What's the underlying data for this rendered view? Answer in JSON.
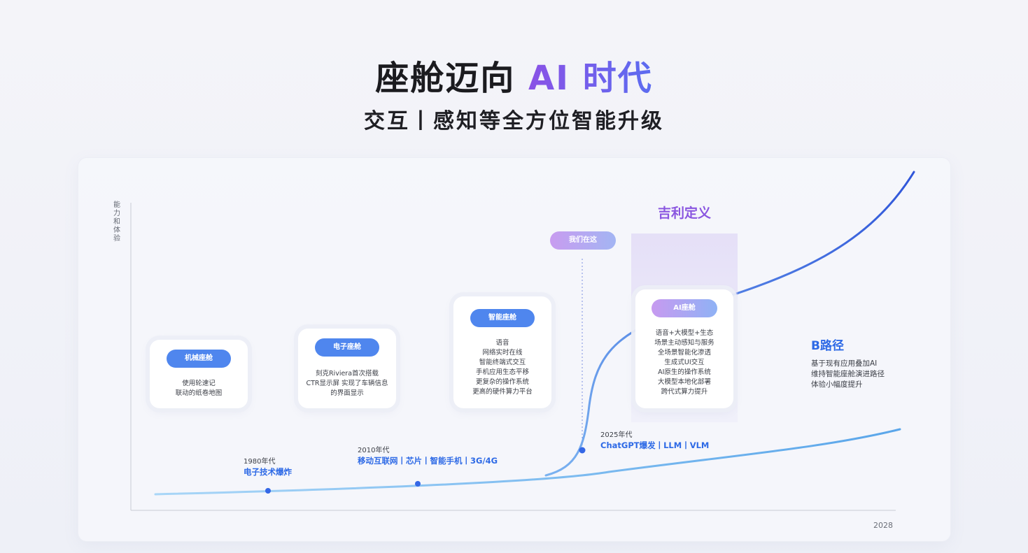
{
  "header": {
    "title_main": "座舱迈向",
    "title_accent": "AI 时代",
    "subtitle": "交互丨感知等全方位智能升级"
  },
  "axis": {
    "y_label": "能力和体验",
    "x_end_label": "2028"
  },
  "stages": [
    {
      "title": "机械座舱",
      "desc": [
        "使用轮速记",
        "联动的纸卷地图"
      ]
    },
    {
      "title": "电子座舱",
      "desc": [
        "刻克Riviera首次搭载",
        "CTR显示屏 实现了车辆信息",
        "的界面显示"
      ]
    },
    {
      "title": "智能座舱",
      "desc": [
        "语音",
        "网络实时在线",
        "智能终端式交互",
        "手机应用生态平移",
        "更复杂的操作系统",
        "更高的硬件算力平台"
      ]
    },
    {
      "title": "AI座舱",
      "desc": [
        "语音+大模型+生态",
        "场景主动感知与服务",
        "全场景智能化渗透",
        "生成式UI交互",
        "AI原生的操作系统",
        "大模型本地化部署",
        "跨代式算力提升"
      ]
    }
  ],
  "markers": {
    "here": "我们在这",
    "geely": "吉利定义"
  },
  "eras": [
    {
      "year": "1980年代",
      "event": "电子技术爆炸"
    },
    {
      "year": "2010年代",
      "event": "移动互联网丨芯片丨智能手机丨3G/4G"
    },
    {
      "year": "2025年代",
      "event": "ChatGPT爆发丨LLM丨VLM"
    }
  ],
  "b_path": {
    "title": "B路径",
    "desc": [
      "基于现有应用叠加AI",
      "维持智能座舱演进路径",
      "体验小幅度提升"
    ]
  },
  "colors": {
    "accent_blue": "#2e6ae6",
    "pill_blue": "#4f86ee",
    "accent_purple": "#8a56e0",
    "curve_light": "#8cc8f4",
    "curve_dark": "#3a63e0"
  }
}
